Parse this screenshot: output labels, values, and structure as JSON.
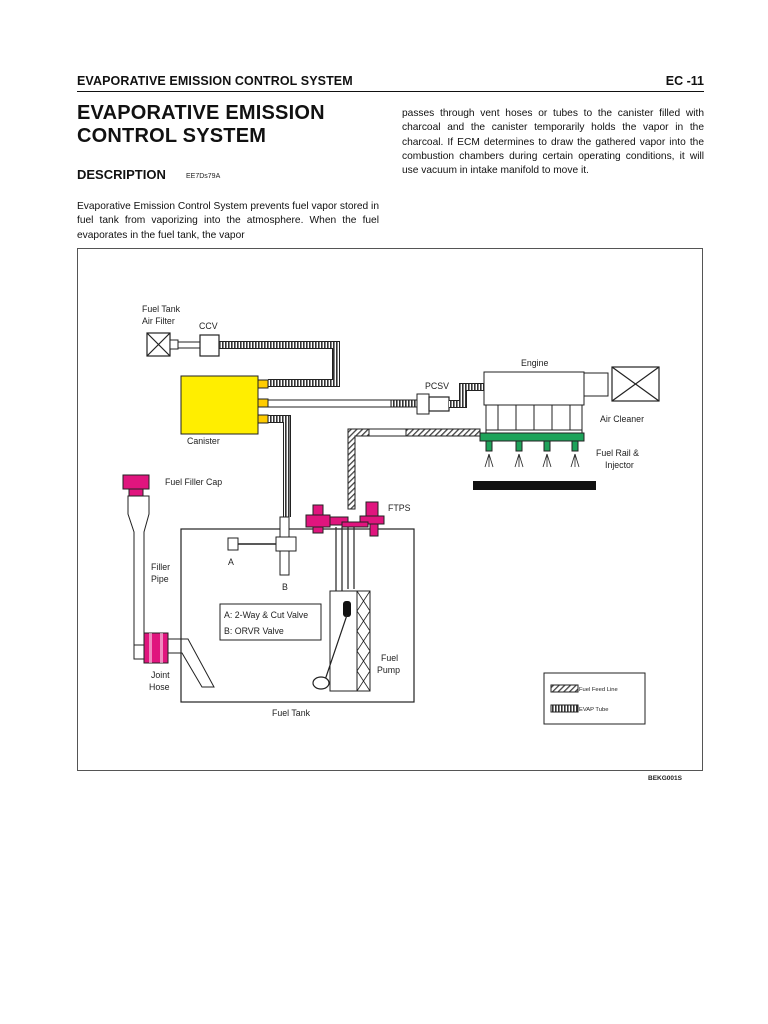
{
  "header": {
    "title": "EVAPORATIVE EMISSION CONTROL SYSTEM",
    "page": "EC -11"
  },
  "main_title": {
    "line1": "EVAPORATIVE EMISSION",
    "line2": "CONTROL SYSTEM"
  },
  "section": {
    "title": "DESCRIPTION",
    "code": "EE7Ds79A"
  },
  "paragraph_left": "Evaporative Emission Control System prevents fuel vapor stored in fuel tank from vaporizing into the atmosphere. When the fuel evaporates in the fuel tank, the vapor",
  "paragraph_right": "passes through vent hoses or tubes to the canister filled with charcoal and the canister temporarily holds the vapor in the charcoal. If ECM determines to draw the gathered vapor into the combustion chambers during certain operating conditions, it will use vacuum in intake manifold to move it.",
  "figure": {
    "code": "BEKG001S",
    "labels": {
      "fuel_tank_air_filter_1": "Fuel Tank",
      "fuel_tank_air_filter_2": "Air Filter",
      "ccv": "CCV",
      "engine": "Engine",
      "pcsv": "PCSV",
      "air_cleaner": "Air Cleaner",
      "canister": "Canister",
      "fuel_rail_1": "Fuel Rail &",
      "fuel_rail_2": "Injector",
      "fuel_filler_cap": "Fuel Filler Cap",
      "ftps": "FTPS",
      "filler_pipe_1": "Filler",
      "filler_pipe_2": "Pipe",
      "valve_a": "A",
      "valve_b": "B",
      "legend_valve_a": "A: 2-Way & Cut Valve",
      "legend_valve_b": "B: ORVR Valve",
      "fuel_pump_1": "Fuel",
      "fuel_pump_2": "Pump",
      "joint_hose_1": "Joint",
      "joint_hose_2": "Hose",
      "fuel_tank": "Fuel Tank",
      "legend_fuel_feed": "Fuel Feed Line",
      "legend_evap": "EVAP Tube"
    },
    "colors": {
      "canister": "#ffee00",
      "canister_ports": "#ffcc00",
      "magenta": "#e0157e",
      "injector_green": "#1ea35a"
    }
  }
}
